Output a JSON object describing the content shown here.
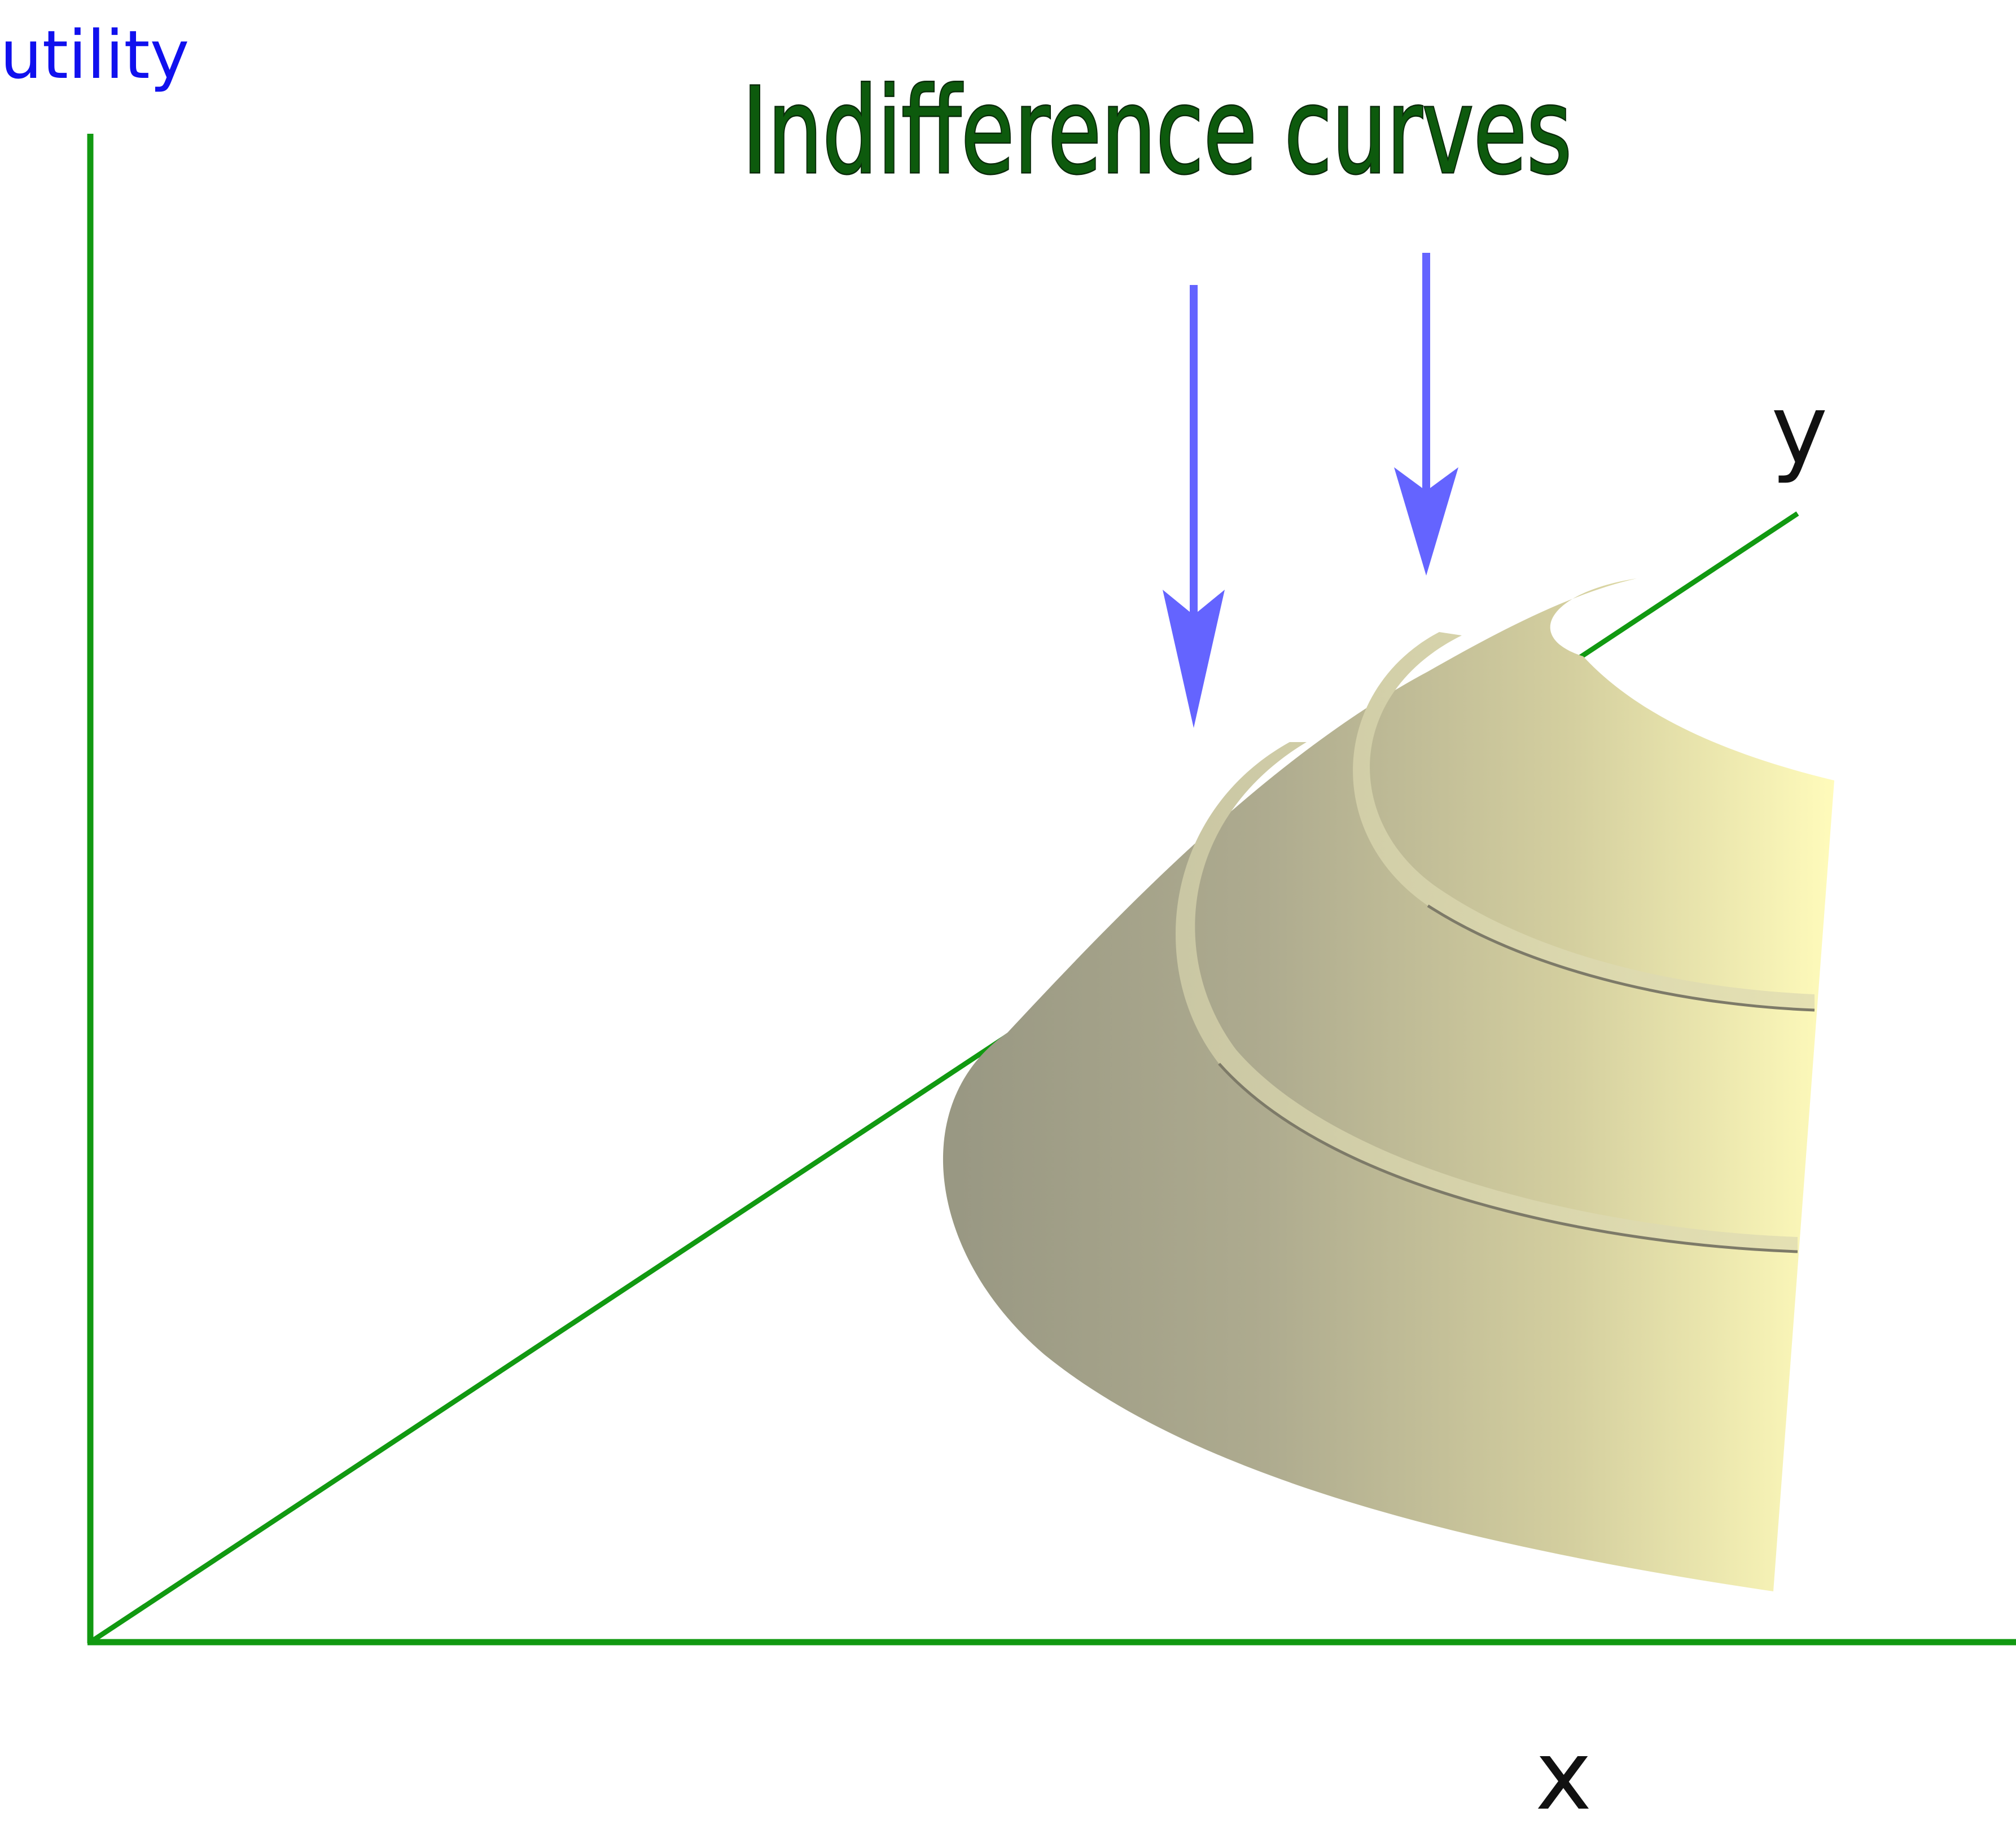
{
  "labels": {
    "utility": "utility",
    "x": "x",
    "y": "y",
    "title": "Indifference curves"
  },
  "colors": {
    "axis": "#119911",
    "utility_label": "#1010ee",
    "axis_label": "#111111",
    "title_fill": "#0d5a0d",
    "title_stroke": "#0a2a0a",
    "arrow": "#6464ff",
    "surface_dark": "#999883",
    "surface_light": "#fffbbb"
  }
}
